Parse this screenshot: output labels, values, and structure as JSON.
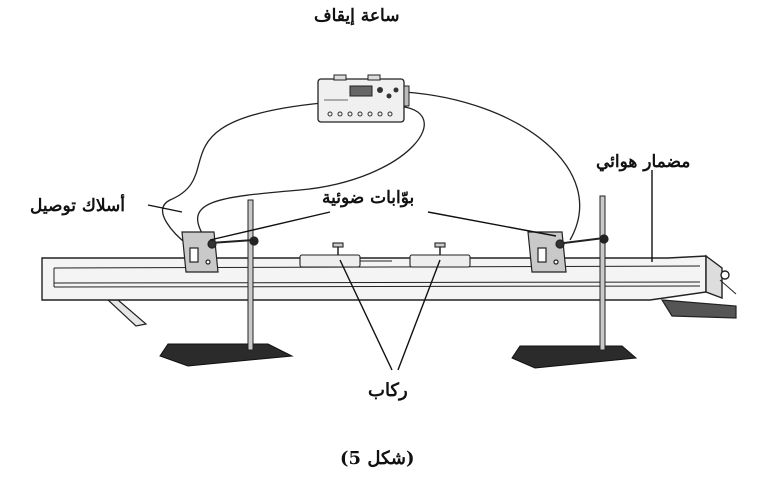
{
  "labels": {
    "stopwatch": "ساعة إيقاف",
    "air_track": "مضمار هوائي",
    "photo_gates": "بوّابات ضوئية",
    "wires": "أسلاك توصيل",
    "riders": "ركاب",
    "caption": "(شكل 5)"
  },
  "colors": {
    "ink": "#111111",
    "track_fill": "#f4f4f4",
    "base_fill": "#2b2b2b",
    "gate_fill": "#c9c9c9"
  }
}
